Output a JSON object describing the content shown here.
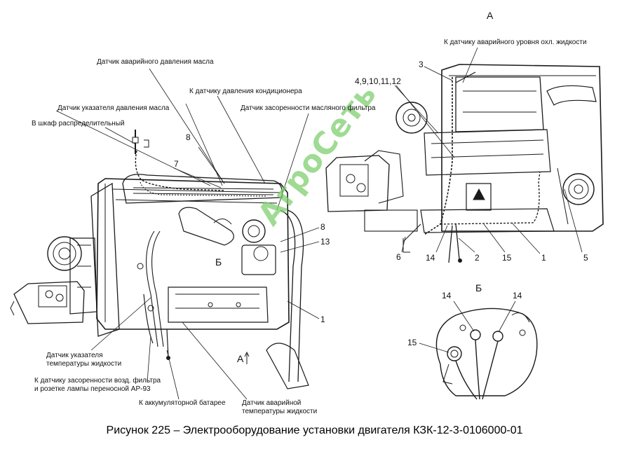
{
  "caption": "Рисунок 225 – Электрооборудование установки двигателя КЗК-12-3-0106000-01",
  "watermark": "АгроСеть",
  "labels": {
    "oil_emergency": "Датчик аварийного давления масла",
    "ac_pressure": "К датчику давления кондиционера",
    "oil_gauge": "Датчик указателя давления масла",
    "oil_filter": "Датчик засоренности масляного фильтра",
    "cabinet": "В шкаф распределительный",
    "coolant_level": "К датчику аварийного уровня охл. жидкости",
    "coolant_temp_gauge_1": "Датчик указателя",
    "coolant_temp_gauge_2": "температуры жидкости",
    "air_filter_1": "К датчику засоренности возд. фильтра",
    "air_filter_2": "и розетке лампы переносной АР-93",
    "battery": "К аккумуляторной батарее",
    "coolant_temp_emergency_1": "Датчик аварийной",
    "coolant_temp_emergency_2": "температуры жидкости"
  },
  "views": {
    "view_a_top": "А",
    "view_b_top": "Б",
    "view_a_arrow": "А",
    "view_b_marker": "Б"
  },
  "callouts": {
    "n8_top": "8",
    "n7": "7",
    "n8_mid": "8",
    "n13": "13",
    "n1_left": "1",
    "n3": "3",
    "n4_12": "4,9,10,11,12",
    "n6": "6",
    "n14_a": "14",
    "n2": "2",
    "n15_a": "15",
    "n1_right": "1",
    "n5": "5",
    "n14_b1": "14",
    "n14_b2": "14",
    "n15_b": "15"
  }
}
